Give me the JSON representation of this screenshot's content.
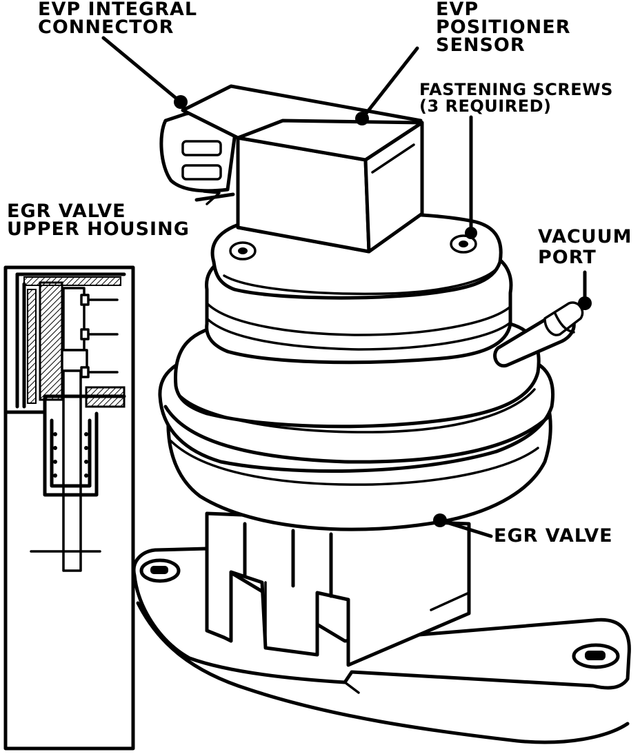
{
  "labels": {
    "evp_connector": [
      "EVP INTEGRAL",
      "CONNECTOR"
    ],
    "evp_sensor": [
      "EVP",
      "POSITIONER",
      "SENSOR"
    ],
    "fastening_screws": [
      "FASTENING SCREWS",
      "(3 REQUIRED)"
    ],
    "upper_housing": [
      "EGR VALVE",
      "UPPER HOUSING"
    ],
    "vacuum_port": [
      "VACUUM",
      "PORT"
    ],
    "egr_valve": [
      "EGR VALVE"
    ]
  }
}
